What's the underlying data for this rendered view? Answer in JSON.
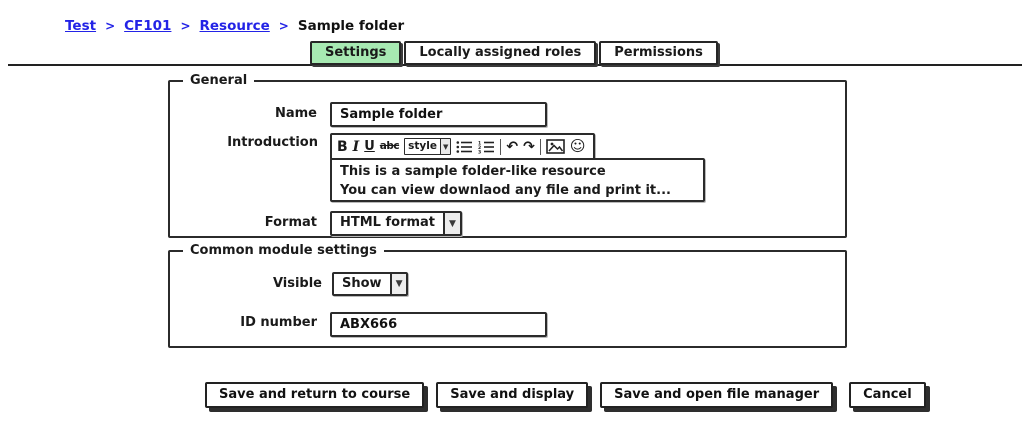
{
  "breadcrumb": {
    "separator": ">",
    "items": [
      {
        "label": "Test",
        "link": true
      },
      {
        "label": "CF101",
        "link": true
      },
      {
        "label": "Resource",
        "link": true
      },
      {
        "label": "Sample folder",
        "link": false
      }
    ]
  },
  "tabs": [
    {
      "label": "Settings",
      "active": true
    },
    {
      "label": "Locally assigned roles",
      "active": false
    },
    {
      "label": "Permissions",
      "active": false
    }
  ],
  "general": {
    "legend": "General",
    "name": {
      "label": "Name",
      "value": "Sample folder"
    },
    "introduction": {
      "label": "Introduction",
      "lines": [
        "This is a sample folder-like resource",
        "You can view downlaod any file and print it..."
      ]
    },
    "editor": {
      "bold": "B",
      "italic": "I",
      "underline": "U",
      "strikethrough": "abc",
      "style_label": "style",
      "undo_glyph": "↶",
      "redo_glyph": "↷",
      "smiley_glyph": "☺"
    },
    "format": {
      "label": "Format",
      "value": "HTML format"
    }
  },
  "common_module": {
    "legend": "Common module settings",
    "visible": {
      "label": "Visible",
      "value": "Show"
    },
    "id_number": {
      "label": "ID number",
      "value": "ABX666"
    }
  },
  "buttons": [
    {
      "label": "Save and return to course"
    },
    {
      "label": "Save and display"
    },
    {
      "label": "Save and open file manager"
    },
    {
      "label": "Cancel"
    }
  ],
  "icons": {
    "dropdown_arrow": "▼"
  },
  "colors": {
    "active_tab_bg": "#a7e9b2",
    "link_blue": "#2323e6",
    "border_dark": "#2b2b2b"
  }
}
